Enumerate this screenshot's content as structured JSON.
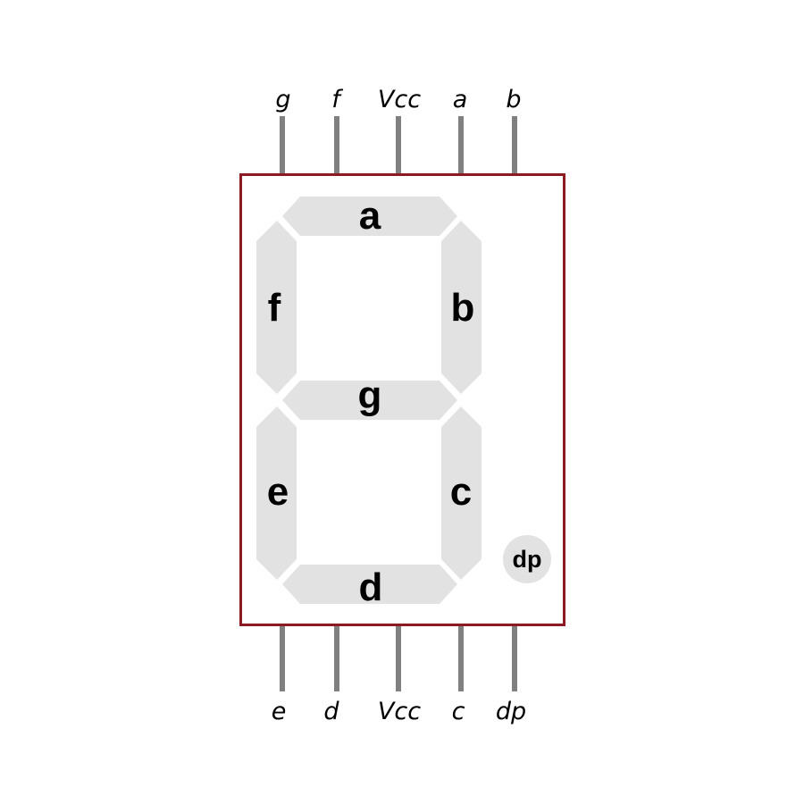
{
  "colors": {
    "body_outline": "#8b1a22",
    "segment_fill": "#e2e2e2",
    "pin_color": "#808080",
    "text": "#000000"
  },
  "top_pins": [
    {
      "label": "g"
    },
    {
      "label": "f"
    },
    {
      "label": "Vcc"
    },
    {
      "label": "a"
    },
    {
      "label": "b"
    }
  ],
  "bottom_pins": [
    {
      "label": "e"
    },
    {
      "label": "d"
    },
    {
      "label": "Vcc"
    },
    {
      "label": "c"
    },
    {
      "label": "dp"
    }
  ],
  "segments": {
    "a": "a",
    "b": "b",
    "c": "c",
    "d": "d",
    "e": "e",
    "f": "f",
    "g": "g",
    "dp": "dp"
  }
}
